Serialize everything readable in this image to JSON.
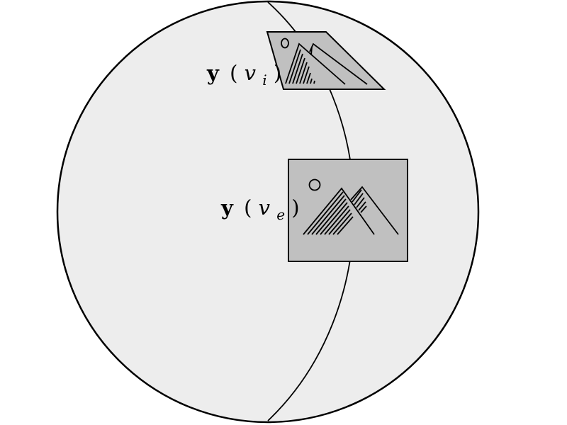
{
  "labels": {
    "top_image": {
      "symbol": "y",
      "open": "(",
      "var": "v",
      "subscript": "i",
      "close": ")"
    },
    "center_image": {
      "symbol": "y",
      "open": "(",
      "var": "v",
      "subscript": "e",
      "close": ")"
    }
  },
  "colors": {
    "sphere_fill": "#ededed",
    "image_fill": "#c0c0c0",
    "stroke": "#000000"
  }
}
